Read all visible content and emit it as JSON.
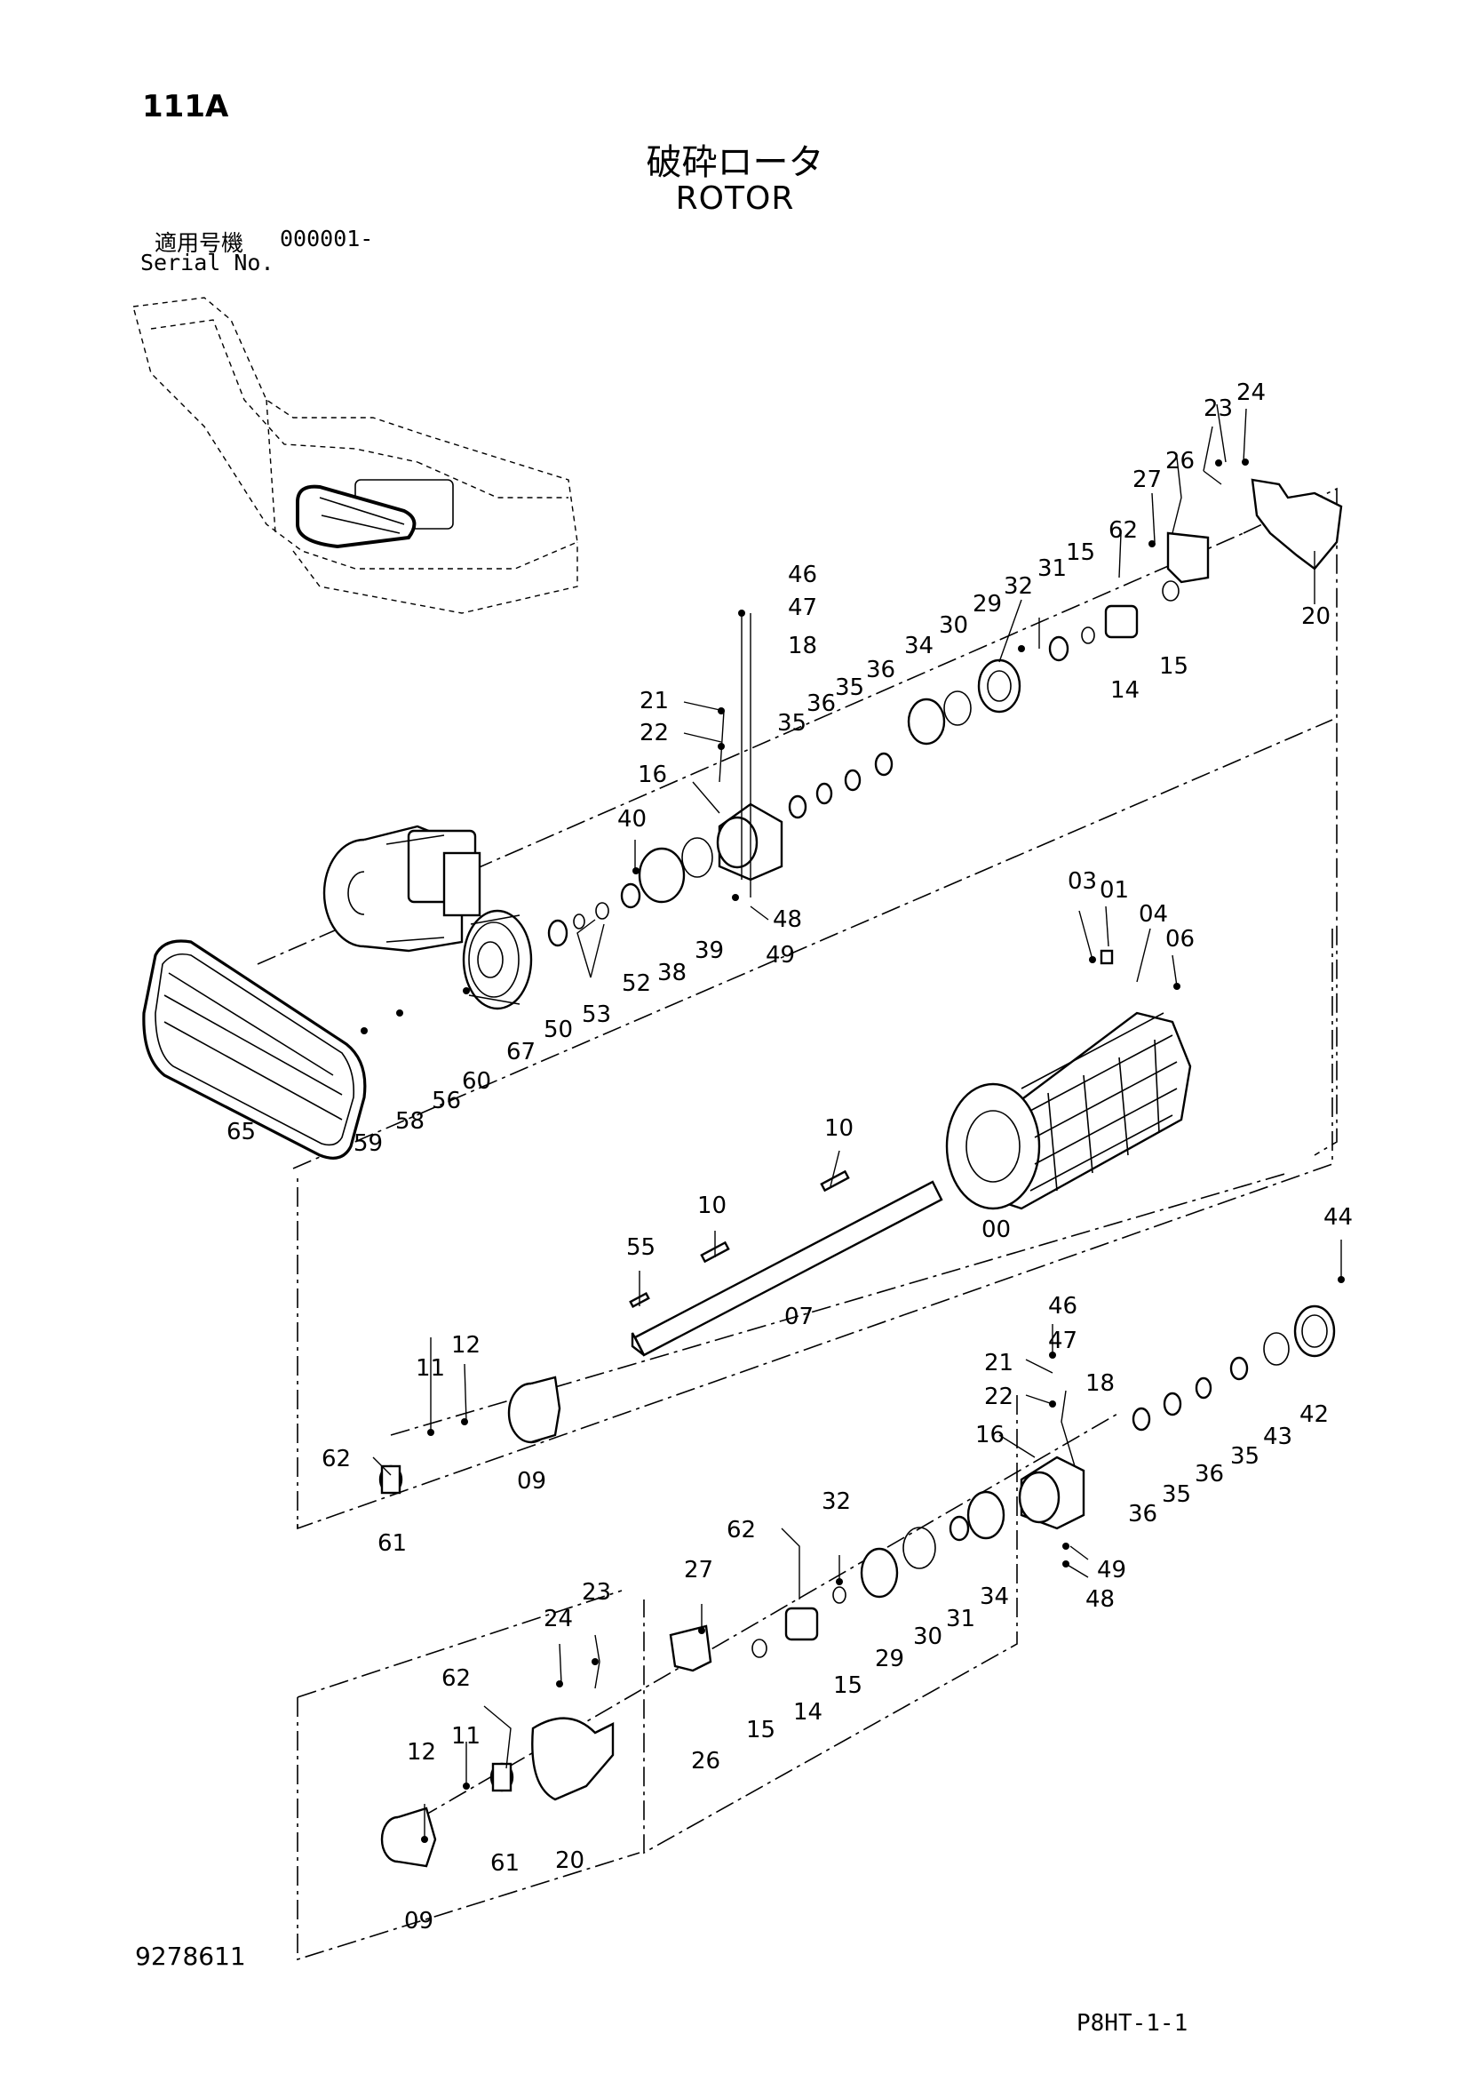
{
  "header": {
    "page_code": "111A",
    "title_jp": "破砕ロータ",
    "title_en": "ROTOR",
    "serial_label_jp": "適用号機",
    "serial_value": "000001-",
    "serial_label_en": "Serial No."
  },
  "footer": {
    "drawing_number": "9278611",
    "sheet_ref": "P8HT-1-1"
  },
  "callouts": [
    {
      "id": "c-23a",
      "label": "23"
    },
    {
      "id": "c-24a",
      "label": "24"
    },
    {
      "id": "c-26a",
      "label": "26"
    },
    {
      "id": "c-27a",
      "label": "27"
    },
    {
      "id": "c-62a",
      "label": "62"
    },
    {
      "id": "c-20a",
      "label": "20"
    },
    {
      "id": "c-15a",
      "label": "15"
    },
    {
      "id": "c-31a",
      "label": "31"
    },
    {
      "id": "c-32a",
      "label": "32"
    },
    {
      "id": "c-29a",
      "label": "29"
    },
    {
      "id": "c-14a",
      "label": "14"
    },
    {
      "id": "c-15b",
      "label": "15"
    },
    {
      "id": "c-46a",
      "label": "46"
    },
    {
      "id": "c-47a",
      "label": "47"
    },
    {
      "id": "c-18a",
      "label": "18"
    },
    {
      "id": "c-21a",
      "label": "21"
    },
    {
      "id": "c-22a",
      "label": "22"
    },
    {
      "id": "c-34a",
      "label": "34"
    },
    {
      "id": "c-30a",
      "label": "30"
    },
    {
      "id": "c-36a",
      "label": "36"
    },
    {
      "id": "c-35a",
      "label": "35"
    },
    {
      "id": "c-36b",
      "label": "36"
    },
    {
      "id": "c-35b",
      "label": "35"
    },
    {
      "id": "c-16a",
      "label": "16"
    },
    {
      "id": "c-40a",
      "label": "40"
    },
    {
      "id": "c-48a",
      "label": "48"
    },
    {
      "id": "c-49a",
      "label": "49"
    },
    {
      "id": "c-39a",
      "label": "39"
    },
    {
      "id": "c-38a",
      "label": "38"
    },
    {
      "id": "c-52a",
      "label": "52"
    },
    {
      "id": "c-53a",
      "label": "53"
    },
    {
      "id": "c-50a",
      "label": "50"
    },
    {
      "id": "c-67a",
      "label": "67"
    },
    {
      "id": "c-60a",
      "label": "60"
    },
    {
      "id": "c-56a",
      "label": "56"
    },
    {
      "id": "c-58a",
      "label": "58"
    },
    {
      "id": "c-59a",
      "label": "59"
    },
    {
      "id": "c-65a",
      "label": "65"
    },
    {
      "id": "c-03a",
      "label": "03"
    },
    {
      "id": "c-01a",
      "label": "01"
    },
    {
      "id": "c-04a",
      "label": "04"
    },
    {
      "id": "c-06a",
      "label": "06"
    },
    {
      "id": "c-00a",
      "label": "00"
    },
    {
      "id": "c-10a",
      "label": "10"
    },
    {
      "id": "c-10b",
      "label": "10"
    },
    {
      "id": "c-55a",
      "label": "55"
    },
    {
      "id": "c-07a",
      "label": "07"
    },
    {
      "id": "c-11a",
      "label": "11"
    },
    {
      "id": "c-12a",
      "label": "12"
    },
    {
      "id": "c-62b",
      "label": "62"
    },
    {
      "id": "c-09a",
      "label": "09"
    },
    {
      "id": "c-61a",
      "label": "61"
    },
    {
      "id": "c-44a",
      "label": "44"
    },
    {
      "id": "c-46b",
      "label": "46"
    },
    {
      "id": "c-47b",
      "label": "47"
    },
    {
      "id": "c-21b",
      "label": "21"
    },
    {
      "id": "c-18b",
      "label": "18"
    },
    {
      "id": "c-22b",
      "label": "22"
    },
    {
      "id": "c-16b",
      "label": "16"
    },
    {
      "id": "c-42a",
      "label": "42"
    },
    {
      "id": "c-43a",
      "label": "43"
    },
    {
      "id": "c-35c",
      "label": "35"
    },
    {
      "id": "c-36c",
      "label": "36"
    },
    {
      "id": "c-35d",
      "label": "35"
    },
    {
      "id": "c-36d",
      "label": "36"
    },
    {
      "id": "c-49b",
      "label": "49"
    },
    {
      "id": "c-48b",
      "label": "48"
    },
    {
      "id": "c-32b",
      "label": "32"
    },
    {
      "id": "c-62c",
      "label": "62"
    },
    {
      "id": "c-27b",
      "label": "27"
    },
    {
      "id": "c-34b",
      "label": "34"
    },
    {
      "id": "c-31b",
      "label": "31"
    },
    {
      "id": "c-30b",
      "label": "30"
    },
    {
      "id": "c-29b",
      "label": "29"
    },
    {
      "id": "c-15c",
      "label": "15"
    },
    {
      "id": "c-14b",
      "label": "14"
    },
    {
      "id": "c-15d",
      "label": "15"
    },
    {
      "id": "c-26b",
      "label": "26"
    },
    {
      "id": "c-24b",
      "label": "24"
    },
    {
      "id": "c-23b",
      "label": "23"
    },
    {
      "id": "c-62d",
      "label": "62"
    },
    {
      "id": "c-11b",
      "label": "11"
    },
    {
      "id": "c-12b",
      "label": "12"
    },
    {
      "id": "c-61b",
      "label": "61"
    },
    {
      "id": "c-20b",
      "label": "20"
    },
    {
      "id": "c-09b",
      "label": "09"
    }
  ]
}
